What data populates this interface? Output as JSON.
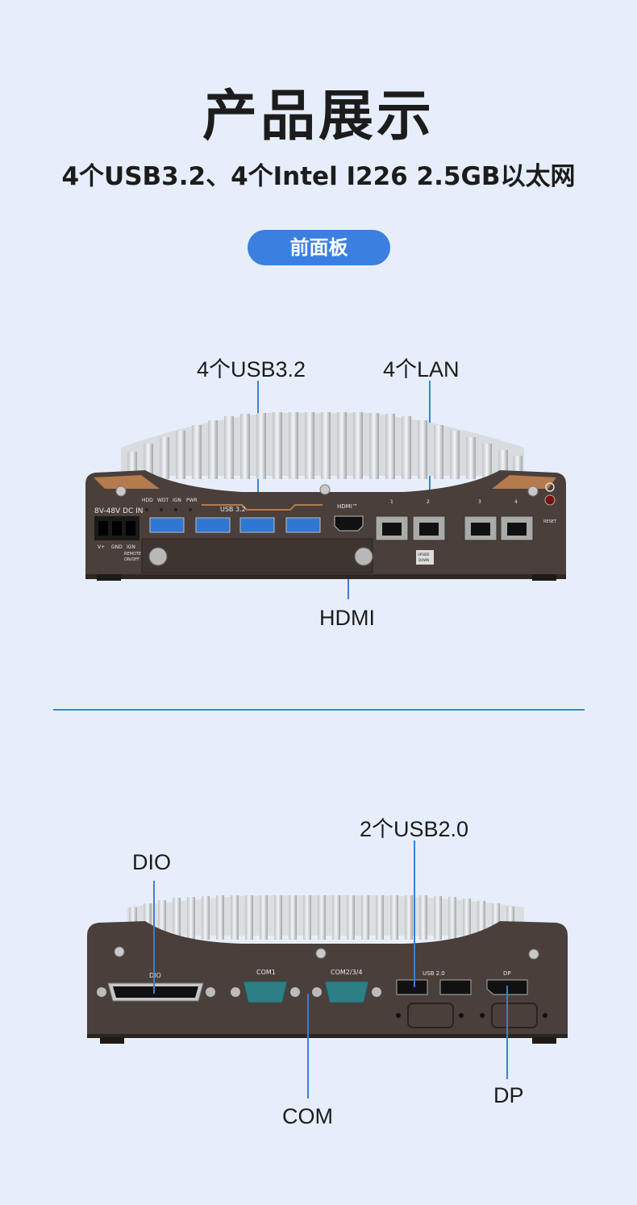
{
  "header": {
    "title": "产品展示",
    "subtitle": "4个USB3.2、4个Intel I226 2.5GB以太网",
    "section_pill": "前面板"
  },
  "front_panel": {
    "callouts": {
      "usb": "4个USB3.2",
      "lan": "4个LAN",
      "hdmi": "HDMI"
    },
    "device_text": {
      "power_in": "8V-48V DC IN",
      "terminal_pins": [
        "V+",
        "GND",
        "IGN"
      ],
      "leds": [
        "HDD",
        "WDT",
        "IGN",
        "PWR"
      ],
      "usb_group": "USB 3.2",
      "hdmi_port": "HDMI™",
      "lan_numbers": [
        "1",
        "2",
        "3",
        "4"
      ],
      "reset": "RESET",
      "remote": "REMOTE",
      "onoff": "ON/OFF",
      "upside": "UPSIDE",
      "down": "DOWN"
    }
  },
  "rear_panel": {
    "callouts": {
      "usb2": "2个USB2.0",
      "dio": "DIO",
      "com": "COM",
      "dp": "DP"
    },
    "device_text": {
      "dio": "DIO",
      "com1": "COM1",
      "com234": "COM2/3/4",
      "usb2": "USB 2.0",
      "dp": "DP"
    }
  },
  "colors": {
    "background": "#e7eefb",
    "accent": "#3b7fe0",
    "callout_line": "#3a7fd6",
    "chassis": "#4a3f3a",
    "usb3_blue": "#2f77d3",
    "serial_teal": "#2d7f86"
  }
}
